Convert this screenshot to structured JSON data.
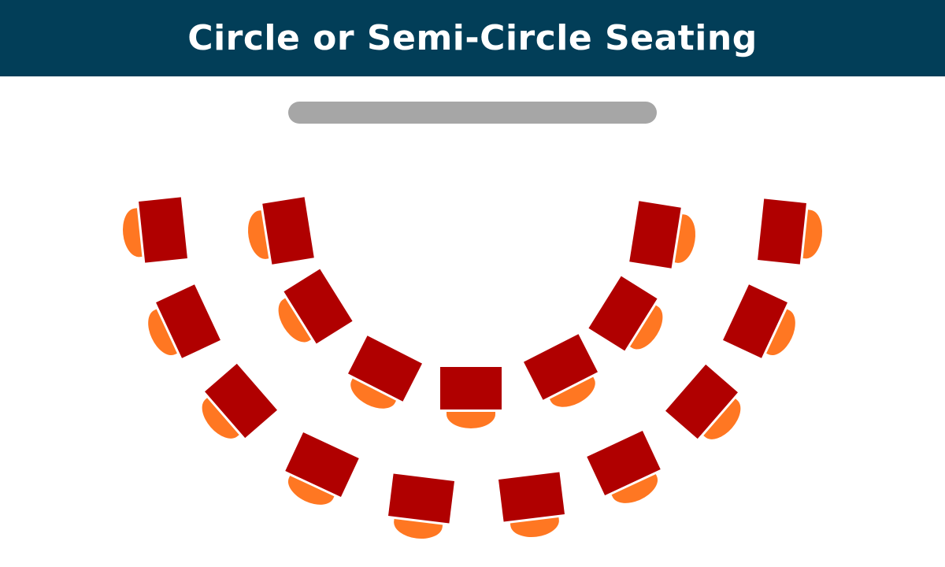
{
  "header": {
    "title": "Circle or Semi-Circle Seating"
  },
  "colors": {
    "header_bg": "#023e58",
    "desk": "#b00000",
    "chair": "#ff7722",
    "front_board": "#a6a6a6"
  },
  "arrangement": {
    "outer_arc_desk_count": 10,
    "inner_arc_desk_count": 7
  }
}
